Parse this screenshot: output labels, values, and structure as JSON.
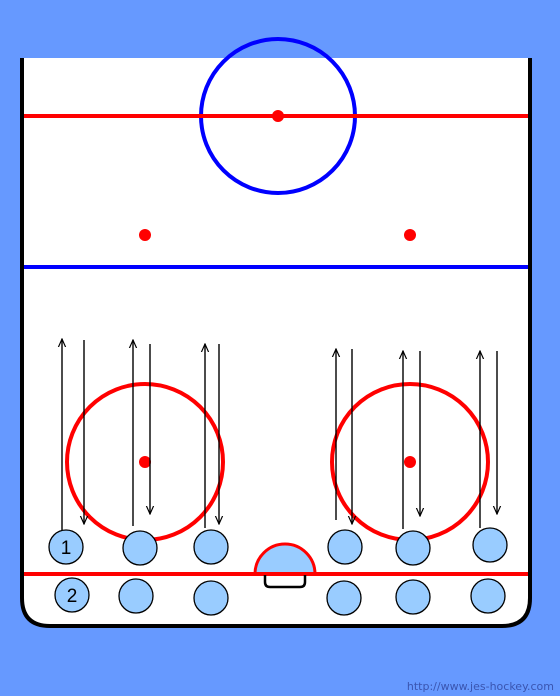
{
  "diagram": {
    "colors": {
      "background": "#6699ff",
      "ice": "#ffffff",
      "board": "#000000",
      "red_line": "#ff0000",
      "blue_line": "#0000ff",
      "player_fill": "#99ccff",
      "player_stroke": "#000000",
      "arrow": "#000000"
    },
    "players": [
      {
        "id": "p1",
        "label": "1"
      },
      {
        "id": "p2",
        "label": ""
      },
      {
        "id": "p3",
        "label": ""
      },
      {
        "id": "p4",
        "label": ""
      },
      {
        "id": "p5",
        "label": ""
      },
      {
        "id": "p6",
        "label": ""
      },
      {
        "id": "p7",
        "label": "2"
      },
      {
        "id": "p8",
        "label": ""
      },
      {
        "id": "p9",
        "label": ""
      },
      {
        "id": "p10",
        "label": ""
      },
      {
        "id": "p11",
        "label": ""
      },
      {
        "id": "p12",
        "label": ""
      }
    ],
    "watermark": "http://www.jes-hockey.com"
  }
}
